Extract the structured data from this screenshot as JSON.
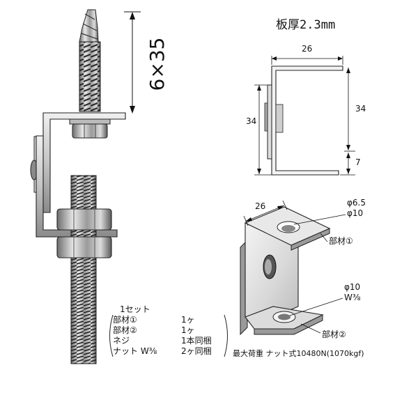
{
  "left_dimension": "6×35",
  "plate_thickness": "板厚2.3mm",
  "top_view": {
    "width": "26",
    "height_left": "34",
    "height_right": "34",
    "offset": "7"
  },
  "iso_view": {
    "width": "26",
    "hole_top_1": "φ6.5",
    "hole_top_2": "φ10",
    "part1_label": "部材①",
    "hole_bottom_1": "φ10",
    "hole_bottom_2": "W⅜",
    "part2_label": "部材②"
  },
  "set_list": {
    "heading": "1セット",
    "rows": [
      {
        "name": "部材①",
        "qty": "1ヶ"
      },
      {
        "name": "部材②",
        "qty": "1ヶ"
      },
      {
        "name": "ネジ",
        "qty": "1本同梱"
      },
      {
        "name": "ナット W⅜",
        "qty": "2ヶ同梱"
      }
    ]
  },
  "max_load": "最大荷重 ナット式10480N(1070kgf)"
}
